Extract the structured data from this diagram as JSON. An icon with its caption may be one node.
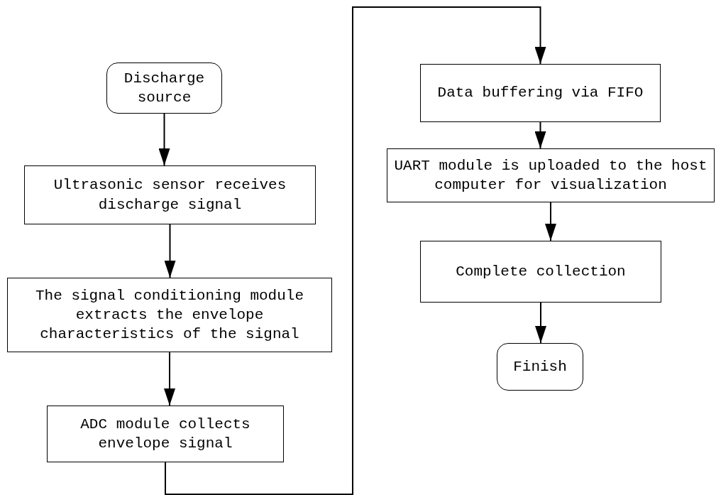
{
  "diagram": {
    "nodes": [
      {
        "text": [
          "Discharge source"
        ]
      },
      {
        "text": [
          "Ultrasonic sensor receives discharge signal"
        ]
      },
      {
        "text": [
          "The signal conditioning module extracts the envelope characteristics of the signal"
        ]
      },
      {
        "text": [
          "ADC module collects envelope signal"
        ]
      },
      {
        "text": [
          "Data buffering via FIFO"
        ]
      },
      {
        "text": [
          "UART module is uploaded to the host computer for visualization"
        ]
      },
      {
        "text": [
          "Complete collection"
        ]
      },
      {
        "text": [
          "Finish"
        ]
      }
    ],
    "edges": [
      {
        "from": 0,
        "to": 1,
        "arrow": "to"
      },
      {
        "from": 1,
        "to": 2,
        "arrow": "to"
      },
      {
        "from": 2,
        "to": 3,
        "arrow": "to"
      },
      {
        "from": 3,
        "to": 4,
        "arrow": "to"
      },
      {
        "from": 4,
        "to": 5,
        "arrow": "to"
      },
      {
        "from": 5,
        "to": 6,
        "arrow": "to"
      },
      {
        "from": 6,
        "to": 7,
        "arrow": "to"
      }
    ]
  }
}
